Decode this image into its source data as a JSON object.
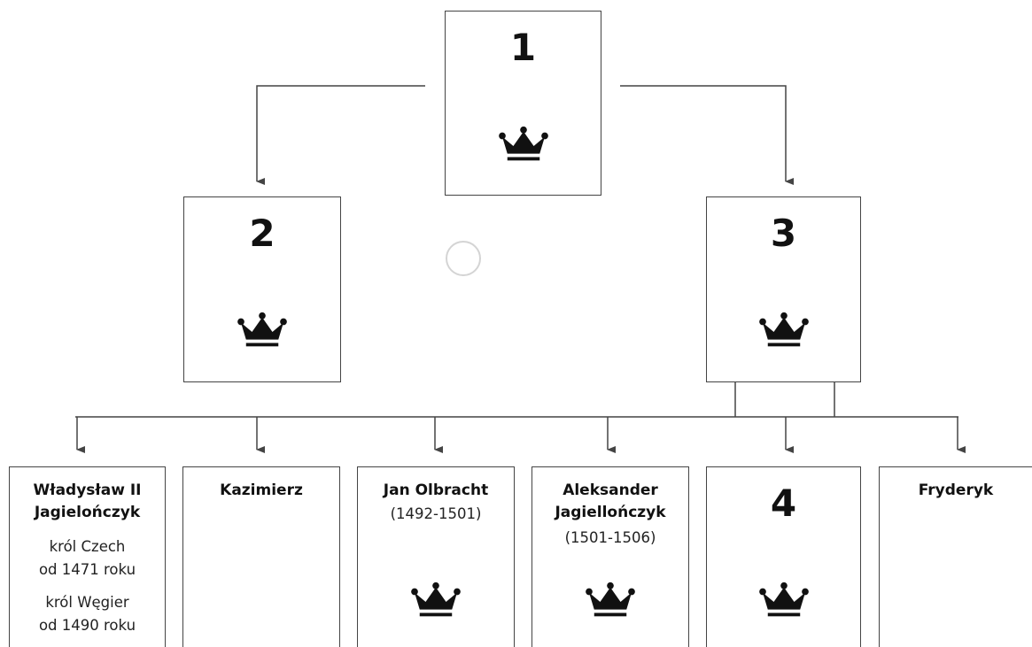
{
  "tree": {
    "root": {
      "number": "1",
      "icon": "crown-icon"
    },
    "left_child": {
      "number": "2",
      "icon": "crown-icon"
    },
    "right_child": {
      "number": "3",
      "icon": "crown-icon"
    },
    "children": [
      {
        "name_line1": "Władysław II",
        "name_line2": "Jagielończyk",
        "title1_line1": "król Czech",
        "title1_line2": "od 1471 roku",
        "title2_line1": "król Węgier",
        "title2_line2": "od 1490 roku"
      },
      {
        "name": "Kazimierz"
      },
      {
        "name": "Jan Olbracht",
        "years": "(1492-1501)",
        "icon": "crown-icon"
      },
      {
        "name_line1": "Aleksander",
        "name_line2": "Jagiellończyk",
        "years": "(1501-1506)",
        "icon": "crown-icon"
      },
      {
        "number": "4",
        "icon": "crown-icon"
      },
      {
        "name": "Fryderyk"
      }
    ]
  },
  "colors": {
    "line": "#444444",
    "crown": "#111111",
    "background": "#ffffff"
  }
}
